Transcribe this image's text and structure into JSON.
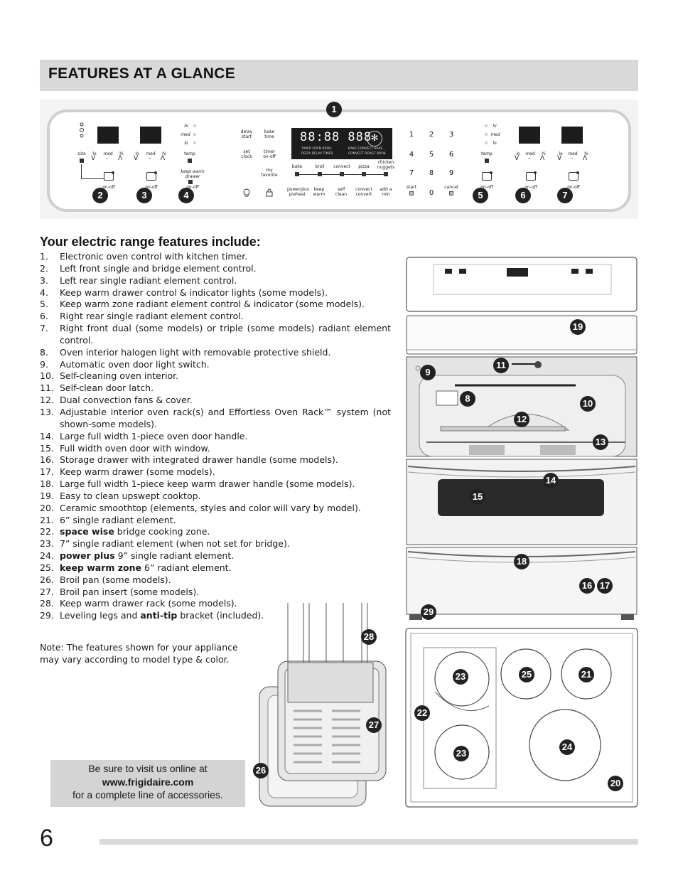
{
  "header": {
    "title": "FEATURES AT A GLANCE"
  },
  "panel": {
    "callout_1": "1",
    "left_labels": {
      "size": "size",
      "lo": "lo",
      "med": "med",
      "hi": "hi",
      "temp": "temp"
    },
    "warm_levels": {
      "hi": "hi",
      "med": "med",
      "lo": "lo"
    },
    "keep_warm_drawer": "keep warm drawer",
    "on_off": "on-off",
    "center_keys": {
      "delay_start": "delay start",
      "bake_time": "bake time",
      "set_clock": "set clock",
      "timer_on_off": "timer on-off",
      "my_favorite": "my favorite",
      "bake": "bake",
      "broil": "broil",
      "convect": "convect",
      "pizza": "pizza",
      "chicken_nuggets": "chicken nuggets",
      "power_plus_preheat": "powerplus preheat",
      "keep_warm": "keep warm",
      "self_clean": "self clean",
      "convect_convert": "convect convert",
      "add_a_min": "add a min"
    },
    "display": {
      "digits": "88:88 888",
      "line1": "TIMER OVEN BROIL",
      "line2": "PIZZA DELAY TIMER",
      "line3": "BAKE CONVECT BAKE",
      "line4": "CONVECT ROAST BROIL"
    },
    "keypad": {
      "n1": "1",
      "n2": "2",
      "n3": "3",
      "n4": "4",
      "n5": "5",
      "n6": "6",
      "n7": "7",
      "n8": "8",
      "n9": "9",
      "n0": "0",
      "start": "start",
      "cancel": "cancel"
    },
    "callouts": {
      "c2": "2",
      "c3": "3",
      "c4": "4",
      "c5": "5",
      "c6": "6",
      "c7": "7"
    }
  },
  "features": {
    "heading": "Your electric range features include:",
    "items": [
      {
        "n": "1.",
        "pre": "Electronic oven control with kitchen timer.",
        "bold": "",
        "post": ""
      },
      {
        "n": "2.",
        "pre": "Left front single and bridge element control.",
        "bold": "",
        "post": ""
      },
      {
        "n": "3.",
        "pre": "Left rear single radiant element control.",
        "bold": "",
        "post": ""
      },
      {
        "n": "4.",
        "pre": "Keep warm drawer control & indicator lights (some models).",
        "bold": "",
        "post": ""
      },
      {
        "n": "5.",
        "pre": "Keep warm zone radiant element control & indicator (some models).",
        "bold": "",
        "post": ""
      },
      {
        "n": "6.",
        "pre": "Right rear single radiant element control.",
        "bold": "",
        "post": ""
      },
      {
        "n": "7.",
        "pre": "Right front dual (some models) or triple (some models) radiant element control.",
        "bold": "",
        "post": ""
      },
      {
        "n": "8.",
        "pre": "Oven interior halogen light with removable protective shield.",
        "bold": "",
        "post": ""
      },
      {
        "n": "9.",
        "pre": "Automatic oven door light switch.",
        "bold": "",
        "post": ""
      },
      {
        "n": "10.",
        "pre": "Self-cleaning oven interior.",
        "bold": "",
        "post": ""
      },
      {
        "n": "11.",
        "pre": "Self-clean door latch.",
        "bold": "",
        "post": ""
      },
      {
        "n": "12.",
        "pre": "Dual convection fans & cover.",
        "bold": "",
        "post": ""
      },
      {
        "n": "13.",
        "pre": "Adjustable interior oven rack(s) and Effortless Oven Rack™ system (not shown-some models).",
        "bold": "",
        "post": ""
      },
      {
        "n": "14.",
        "pre": "Large full width 1-piece oven door handle.",
        "bold": "",
        "post": ""
      },
      {
        "n": "15.",
        "pre": "Full width oven door with window.",
        "bold": "",
        "post": ""
      },
      {
        "n": "16.",
        "pre": "Storage drawer with integrated drawer handle (some models).",
        "bold": "",
        "post": ""
      },
      {
        "n": "17.",
        "pre": "Keep warm drawer (some models).",
        "bold": "",
        "post": ""
      },
      {
        "n": "18.",
        "pre": "Large full width 1-piece keep warm drawer handle (some models).",
        "bold": "",
        "post": ""
      },
      {
        "n": "19.",
        "pre": "Easy to clean upswept cooktop.",
        "bold": "",
        "post": ""
      },
      {
        "n": "20.",
        "pre": "Ceramic smoothtop (elements, styles and color will vary by model).",
        "bold": "",
        "post": ""
      },
      {
        "n": "21.",
        "pre": "6” single radiant element.",
        "bold": "",
        "post": ""
      },
      {
        "n": "22.",
        "pre": "",
        "bold": "space wise",
        "post": " bridge cooking zone."
      },
      {
        "n": "23.",
        "pre": "7” single radiant element (when not set for bridge).",
        "bold": "",
        "post": ""
      },
      {
        "n": "24.",
        "pre": "",
        "bold": "power plus",
        "post": " 9” single radiant element."
      },
      {
        "n": "25.",
        "pre": "",
        "bold": "keep warm zone",
        "post": " 6” radiant element."
      },
      {
        "n": "26.",
        "pre": "Broil pan (some models).",
        "bold": "",
        "post": ""
      },
      {
        "n": "27.",
        "pre": "Broil pan insert (some models).",
        "bold": "",
        "post": ""
      },
      {
        "n": "28.",
        "pre": "Keep warm drawer rack (some models).",
        "bold": "",
        "post": ""
      },
      {
        "n": "29.",
        "pre": "Leveling legs and ",
        "bold": "anti-tip",
        "post": " bracket (included)."
      }
    ]
  },
  "note": "Note: The features shown for your appliance may vary according to model type & color.",
  "promo": {
    "line1": "Be sure to visit us online at",
    "url": "www.frigidaire.com",
    "line3": "for a complete line of accessories."
  },
  "range_callouts": {
    "c8": "8",
    "c9": "9",
    "c10": "10",
    "c11": "11",
    "c12": "12",
    "c13": "13",
    "c14": "14",
    "c15": "15",
    "c16": "16",
    "c17": "17",
    "c18": "18",
    "c19": "19",
    "c29": "29"
  },
  "cooktop_callouts": {
    "c20": "20",
    "c21": "21",
    "c22": "22",
    "c23a": "23",
    "c23b": "23",
    "c24": "24",
    "c25": "25"
  },
  "pan_callouts": {
    "c26": "26",
    "c27": "27",
    "c28": "28"
  },
  "page_number": "6"
}
